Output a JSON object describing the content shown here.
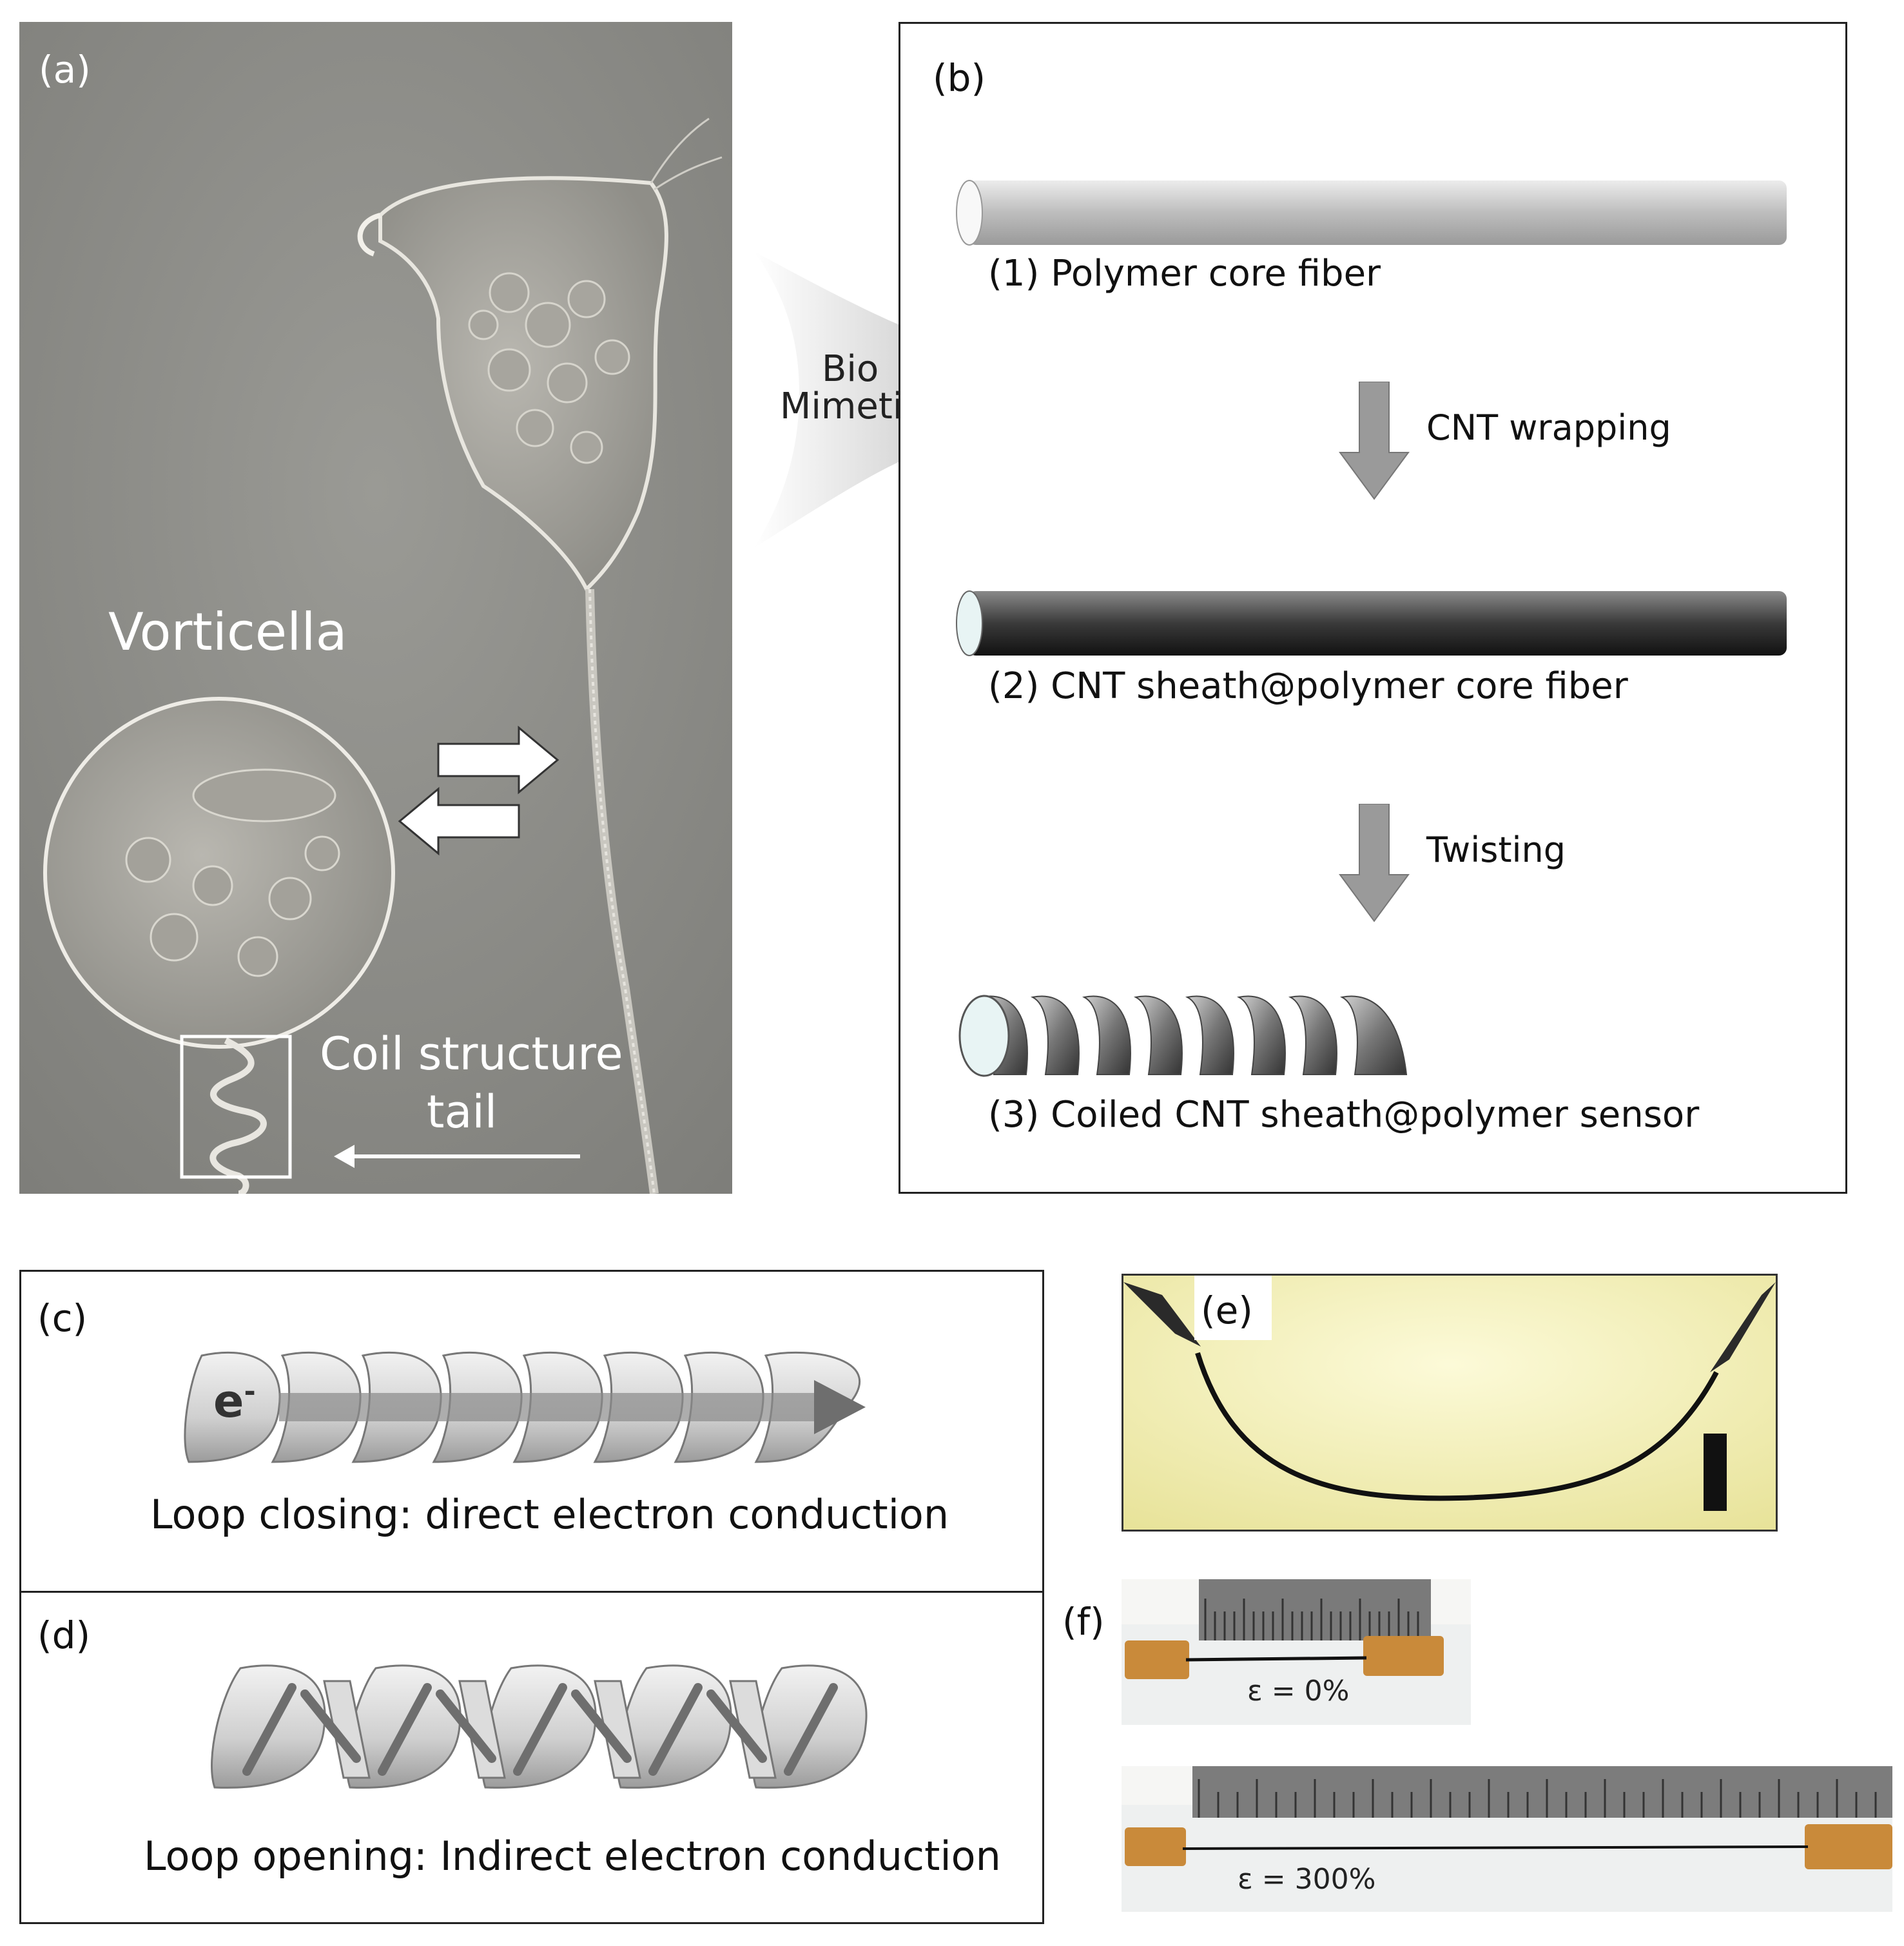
{
  "panel_a": {
    "label": "(a)",
    "organism": "Vorticella",
    "coil_label_line1": "Coil structure",
    "coil_label_line2": "tail"
  },
  "biomimetic": {
    "line1": "Bio",
    "line2": "Mimetic"
  },
  "panel_b": {
    "label": "(b)",
    "step1": "(1) Polymer  core  fiber",
    "arrow1": "CNT wrapping",
    "step2": "(2) CNT  sheath@polymer  core  fiber",
    "arrow2": "Twisting",
    "step3": "(3) Coiled  CNT  sheath@polymer  sensor"
  },
  "panel_c": {
    "label": "(c)",
    "electron": "e",
    "electron_sup": "-",
    "caption": "Loop closing: direct electron conduction"
  },
  "panel_d": {
    "label": "(d)",
    "caption": "Loop opening: Indirect electron conduction"
  },
  "panel_e": {
    "label": "(e)"
  },
  "panel_f": {
    "label": "(f)",
    "strain0": "ε = 0%",
    "strain300": "ε = 300%"
  }
}
